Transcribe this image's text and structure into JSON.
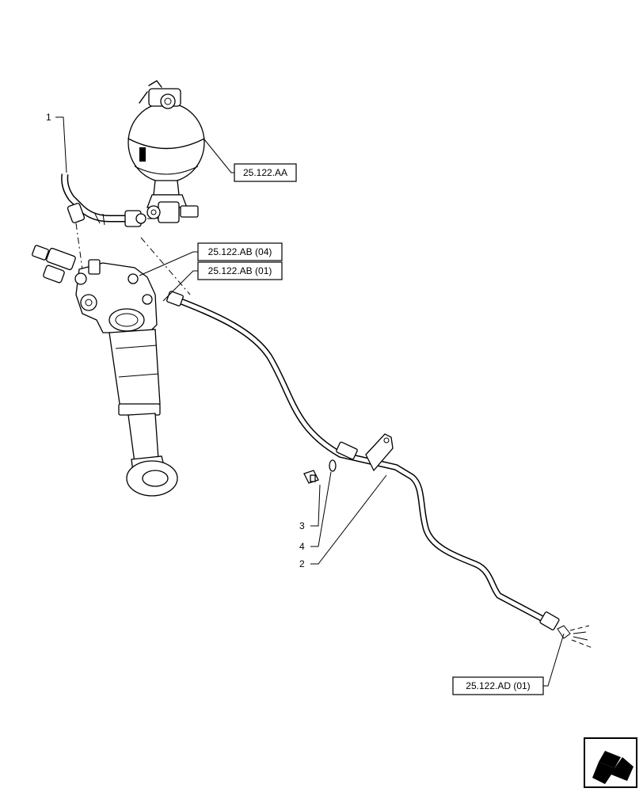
{
  "callouts": {
    "item_1": "1",
    "item_2": "2",
    "item_3": "3",
    "item_4": "4"
  },
  "references": {
    "accumulator_ref": "25.122.AA",
    "valve_ref_04": "25.122.AB (04)",
    "valve_ref_01": "25.122.AB (01)",
    "axle_ref": "25.122.AD (01)"
  },
  "nav_icon": "arrow-icon"
}
